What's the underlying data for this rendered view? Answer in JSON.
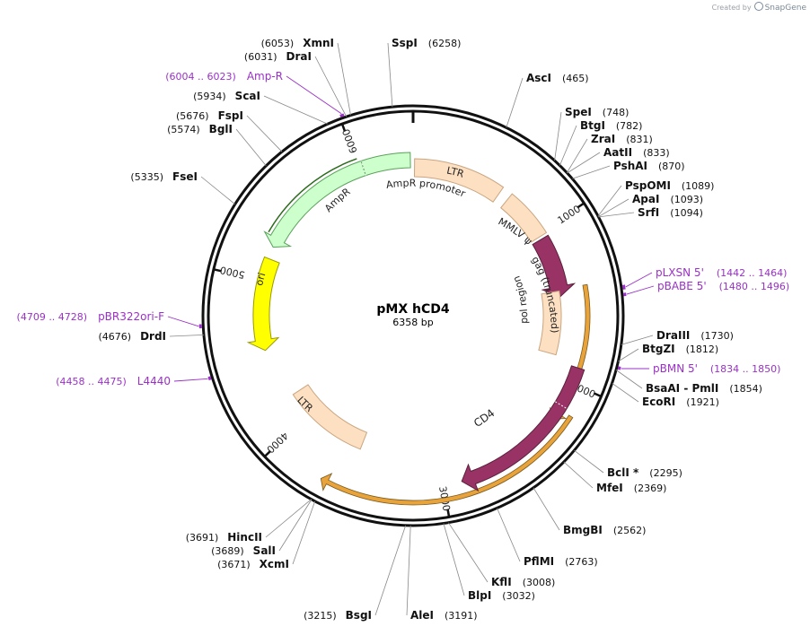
{
  "credit": {
    "prefix": "Created by",
    "brand": "SnapGene"
  },
  "plasmid": {
    "name": "pMX hCD4",
    "size_label": "6358 bp"
  },
  "ticks": [
    "1000",
    "2000",
    "3000",
    "4000",
    "5000",
    "6000"
  ],
  "enzymes": [
    {
      "name": "SspI",
      "pos": "(6258)"
    },
    {
      "name": "AscI",
      "pos": "(465)"
    },
    {
      "name": "SpeI",
      "pos": "(748)"
    },
    {
      "name": "BtgI",
      "pos": "(782)"
    },
    {
      "name": "ZraI",
      "pos": "(831)"
    },
    {
      "name": "AatII",
      "pos": "(833)"
    },
    {
      "name": "PshAI",
      "pos": "(870)"
    },
    {
      "name": "PspOMI",
      "pos": "(1089)"
    },
    {
      "name": "ApaI",
      "pos": "(1093)"
    },
    {
      "name": "SrfI",
      "pos": "(1094)"
    },
    {
      "name": "DraIII",
      "pos": "(1730)"
    },
    {
      "name": "BtgZI",
      "pos": "(1812)"
    },
    {
      "name": "BsaAI  - PmlI",
      "pos": "(1854)"
    },
    {
      "name": "EcoRI",
      "pos": "(1921)"
    },
    {
      "name": "BclI *",
      "pos": "(2295)"
    },
    {
      "name": "MfeI",
      "pos": "(2369)"
    },
    {
      "name": "BmgBI",
      "pos": "(2562)"
    },
    {
      "name": "PflMI",
      "pos": "(2763)"
    },
    {
      "name": "KflI",
      "pos": "(3008)"
    },
    {
      "name": "BlpI",
      "pos": "(3032)"
    },
    {
      "name": "AleI",
      "pos": "(3191)"
    },
    {
      "name": "BsgI",
      "pos": "(3215)"
    },
    {
      "name": "XcmI",
      "pos": "(3671)"
    },
    {
      "name": "SalI",
      "pos": "(3689)"
    },
    {
      "name": "HincII",
      "pos": "(3691)"
    },
    {
      "name": "DrdI",
      "pos": "(4676)"
    },
    {
      "name": "FseI",
      "pos": "(5335)"
    },
    {
      "name": "BglI",
      "pos": "(5574)"
    },
    {
      "name": "FspI",
      "pos": "(5676)"
    },
    {
      "name": "ScaI",
      "pos": "(5934)"
    },
    {
      "name": "DraI",
      "pos": "(6031)"
    },
    {
      "name": "XmnI",
      "pos": "(6053)"
    }
  ],
  "primers": [
    {
      "name": "Amp-R",
      "range": "(6004 .. 6023)"
    },
    {
      "name": "pLXSN 5'",
      "range": "(1442 .. 1464)"
    },
    {
      "name": "pBABE 5'",
      "range": "(1480 .. 1496)"
    },
    {
      "name": "pBMN 5'",
      "range": "(1834 .. 1850)"
    },
    {
      "name": "pBR322ori-F",
      "range": "(4709 .. 4728)"
    },
    {
      "name": "L4440",
      "range": "(4458 .. 4475)"
    }
  ],
  "features": {
    "ltr_top": "LTR",
    "ampr_promoter": "AmpR promoter",
    "ampr": "AmpR",
    "mmlv_psi": "MMLV ψ",
    "gag": "gag (truncated)",
    "pol": "pol region",
    "ori": "ori",
    "cd4": "CD4",
    "ltr_bottom": "LTR"
  },
  "colors": {
    "backbone": "#111111",
    "ltr": "#fde0c2",
    "ampr": "#ccffcc",
    "ori": "#ffff00",
    "cd4": "#993366",
    "orf_arrow": "#e8a33a",
    "primer": "#9b30c8",
    "leader": "#888888"
  }
}
